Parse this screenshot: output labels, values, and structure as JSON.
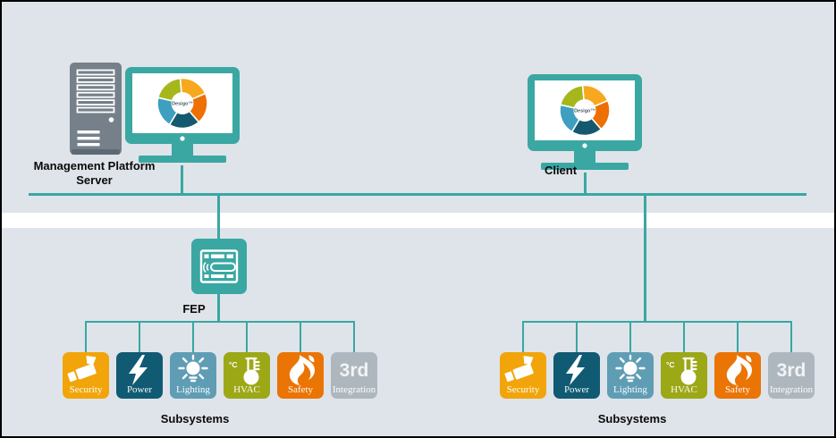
{
  "canvas": {
    "background": "#DFE4EA",
    "band_color": "#FFFFFF",
    "line_color": "#3AA7A2",
    "border_color": "#000000",
    "tower_color": "#75808A"
  },
  "nodes": {
    "server": {
      "label": "Management Platform\nServer"
    },
    "client": {
      "label": "Client"
    },
    "fep": {
      "label": "FEP"
    }
  },
  "wheel": {
    "center_label": "Desigo™",
    "segment_colors": [
      "#F7A81E",
      "#ED7004",
      "#14596F",
      "#3E9FBF",
      "#A6B71C"
    ]
  },
  "subsystems": {
    "group_label": "Subsystems",
    "items": [
      {
        "id": "security",
        "label": "Security",
        "color": "#F1A50A",
        "icon": "cctv-camera-icon"
      },
      {
        "id": "power",
        "label": "Power",
        "color": "#115A73",
        "icon": "lightning-bolt-icon"
      },
      {
        "id": "lighting",
        "label": "Lighting",
        "color": "#5F9DB5",
        "icon": "light-bulb-icon"
      },
      {
        "id": "hvac",
        "label": "HVAC",
        "color": "#9CA816",
        "icon": "thermometer-flask-icon",
        "glyph_text": "°C"
      },
      {
        "id": "safety",
        "label": "Safety",
        "color": "#EA7404",
        "icon": "flame-icon"
      },
      {
        "id": "integration",
        "label": "Integration",
        "color": "#AFB7BE",
        "icon": "third-party-icon",
        "big_text": "3rd"
      }
    ]
  }
}
